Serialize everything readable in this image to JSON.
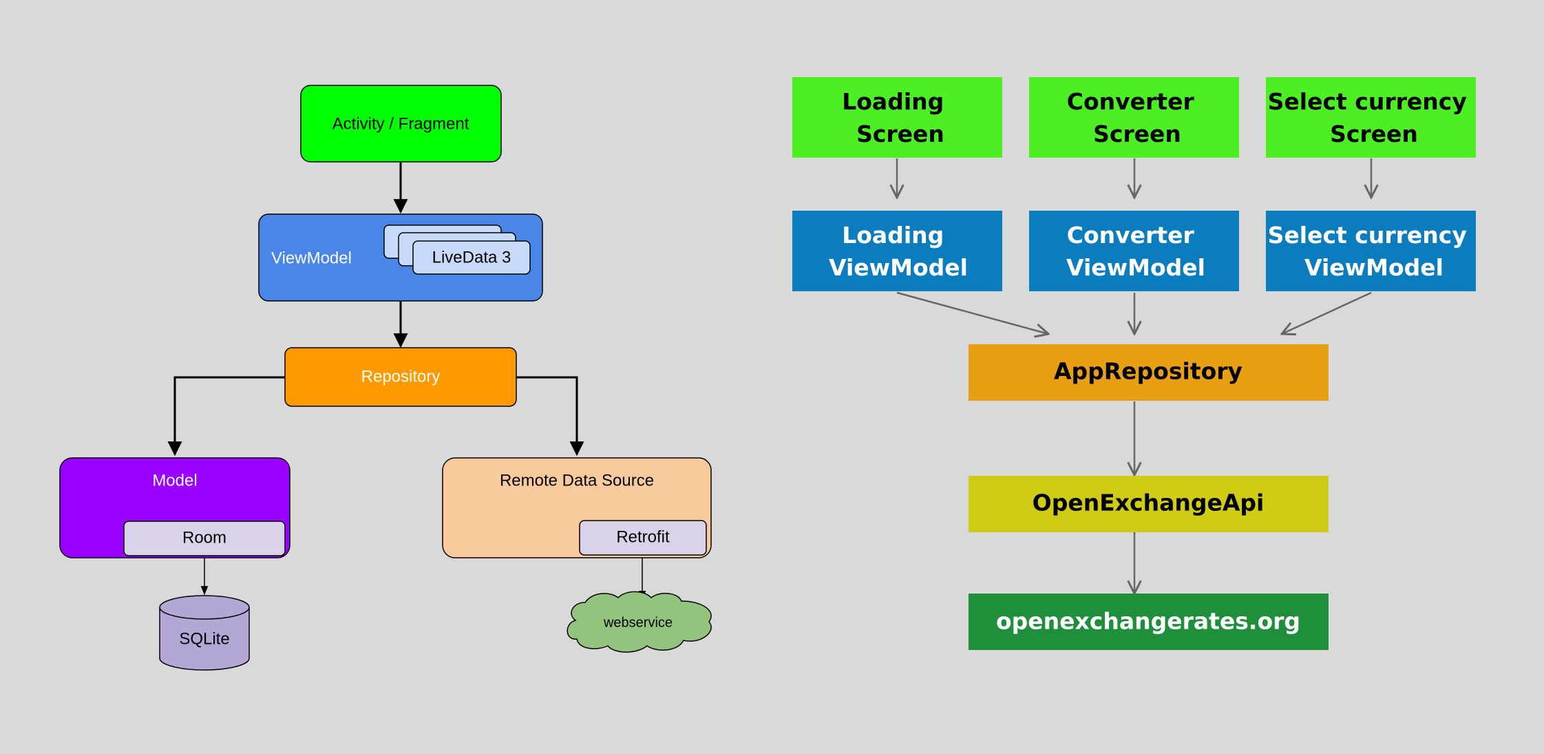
{
  "left_diagram": {
    "activity": "Activity / Fragment",
    "viewmodel": "ViewModel",
    "livedata": "LiveData 3",
    "repository": "Repository",
    "model": "Model",
    "room": "Room",
    "sqlite": "SQLite",
    "remote": "Remote Data Source",
    "retrofit": "Retrofit",
    "webservice": "webservice"
  },
  "right_diagram": {
    "screens": [
      {
        "line1": "Loading",
        "line2": "Screen"
      },
      {
        "line1": "Converter",
        "line2": "Screen"
      },
      {
        "line1": "Select currency",
        "line2": "Screen"
      }
    ],
    "viewmodels": [
      {
        "line1": "Loading",
        "line2": "ViewModel"
      },
      {
        "line1": "Converter",
        "line2": "ViewModel"
      },
      {
        "line1": "Select currency",
        "line2": "ViewModel"
      }
    ],
    "repository": "AppRepository",
    "api": "OpenExchangeApi",
    "source": "openexchangerates.org"
  },
  "colors": {
    "background": "#d9d9d9",
    "activity": "#00ff00",
    "viewmodel": "#4a86e8",
    "livedata": "#c9daf8",
    "repository": "#ff9900",
    "model": "#9900ff",
    "room": "#d9d2e9",
    "sqlite": "#b4a7d6",
    "remote": "#f9cb9c",
    "webservice": "#93c47d",
    "screen": "#4cef24",
    "vm_right": "#0b7dbf",
    "app_repository": "#e8a013",
    "api": "#d0cc16",
    "source": "#1f8f3c"
  },
  "icons": {
    "sqlite": "database-cylinder-icon",
    "webservice": "cloud-icon"
  }
}
